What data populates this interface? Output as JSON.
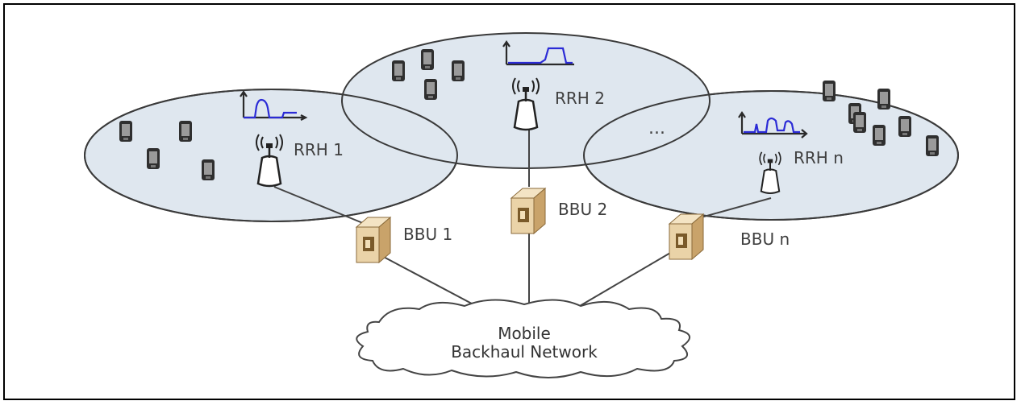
{
  "cells": [
    {
      "rrh_label": "RRH 1",
      "bbu_label": "BBU 1"
    },
    {
      "rrh_label": "RRH 2",
      "bbu_label": "BBU 2"
    },
    {
      "rrh_label": "RRH n",
      "bbu_label": "BBU n"
    }
  ],
  "ellipsis": "...",
  "cloud": {
    "line1": "Mobile",
    "line2": "Backhaul Network"
  },
  "colors": {
    "cell_fill": "#dfe7ef",
    "signal": "#2b2bd6",
    "bbu": "#e9d3aa",
    "device": "#333333"
  },
  "icons": [
    "mobile-device-icon",
    "antenna-tower-icon",
    "bbu-server-icon",
    "signal-waveform-icon",
    "cloud-icon"
  ]
}
